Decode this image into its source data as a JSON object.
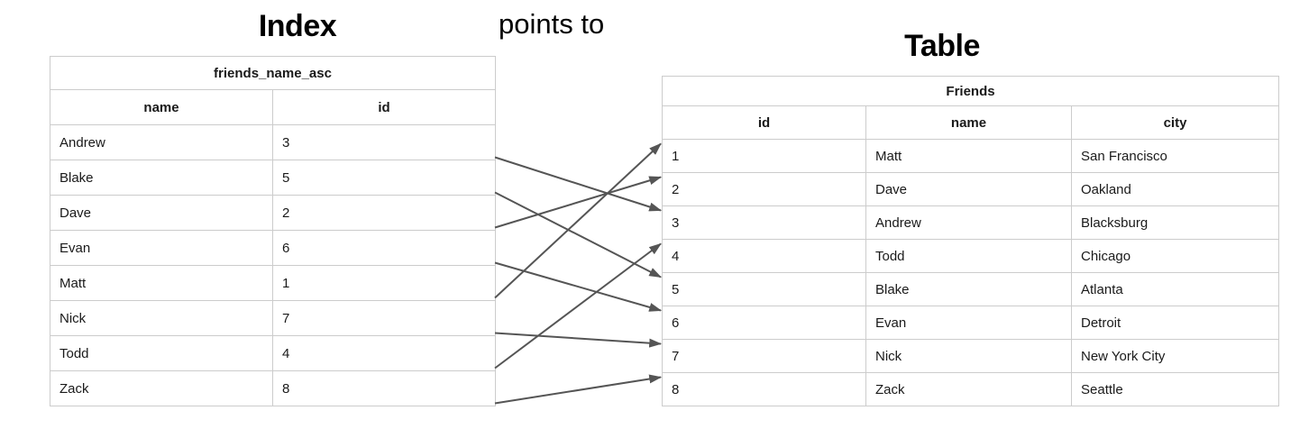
{
  "titles": {
    "index": "Index",
    "table": "Table",
    "relation": "points to"
  },
  "index_table": {
    "name": "friends_name_asc",
    "columns": [
      "name",
      "id"
    ],
    "rows": [
      {
        "name": "Andrew",
        "id": "3"
      },
      {
        "name": "Blake",
        "id": "5"
      },
      {
        "name": "Dave",
        "id": "2"
      },
      {
        "name": "Evan",
        "id": "6"
      },
      {
        "name": "Matt",
        "id": "1"
      },
      {
        "name": "Nick",
        "id": "7"
      },
      {
        "name": "Todd",
        "id": "4"
      },
      {
        "name": "Zack",
        "id": "8"
      }
    ]
  },
  "data_table": {
    "name": "Friends",
    "columns": [
      "id",
      "name",
      "city"
    ],
    "rows": [
      {
        "id": "1",
        "name": "Matt",
        "city": "San Francisco"
      },
      {
        "id": "2",
        "name": "Dave",
        "city": "Oakland"
      },
      {
        "id": "3",
        "name": "Andrew",
        "city": "Blacksburg"
      },
      {
        "id": "4",
        "name": "Todd",
        "city": "Chicago"
      },
      {
        "id": "5",
        "name": "Blake",
        "city": "Atlanta"
      },
      {
        "id": "6",
        "name": "Evan",
        "city": "Detroit"
      },
      {
        "id": "7",
        "name": "Nick",
        "city": "New York City"
      },
      {
        "id": "8",
        "name": "Zack",
        "city": "Seattle"
      }
    ]
  },
  "arrows": {
    "stroke_color": "#555555",
    "links": [
      {
        "from_index_row": 0,
        "to_table_row": 2,
        "label": "Andrew -> id 3"
      },
      {
        "from_index_row": 1,
        "to_table_row": 4,
        "label": "Blake -> id 5"
      },
      {
        "from_index_row": 2,
        "to_table_row": 1,
        "label": "Dave -> id 2"
      },
      {
        "from_index_row": 3,
        "to_table_row": 5,
        "label": "Evan -> id 6"
      },
      {
        "from_index_row": 4,
        "to_table_row": 0,
        "label": "Matt -> id 1"
      },
      {
        "from_index_row": 5,
        "to_table_row": 6,
        "label": "Nick -> id 7"
      },
      {
        "from_index_row": 6,
        "to_table_row": 3,
        "label": "Todd -> id 4"
      },
      {
        "from_index_row": 7,
        "to_table_row": 7,
        "label": "Zack -> id 8"
      }
    ]
  },
  "colors": {
    "border": "#cccccc",
    "text": "#1a1a1a",
    "title": "#000000",
    "arrow": "#555555"
  }
}
